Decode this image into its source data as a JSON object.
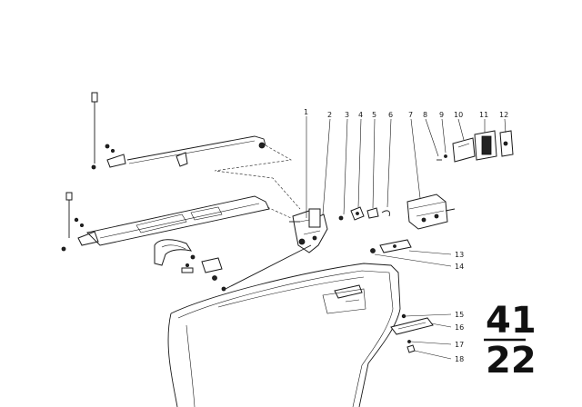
{
  "diagram": {
    "callouts": [
      "1",
      "2",
      "3",
      "4",
      "5",
      "6",
      "7",
      "8",
      "9",
      "10",
      "11",
      "12",
      "13",
      "14",
      "15",
      "16",
      "17",
      "18"
    ],
    "group_number": "41",
    "sub_number": "22"
  }
}
